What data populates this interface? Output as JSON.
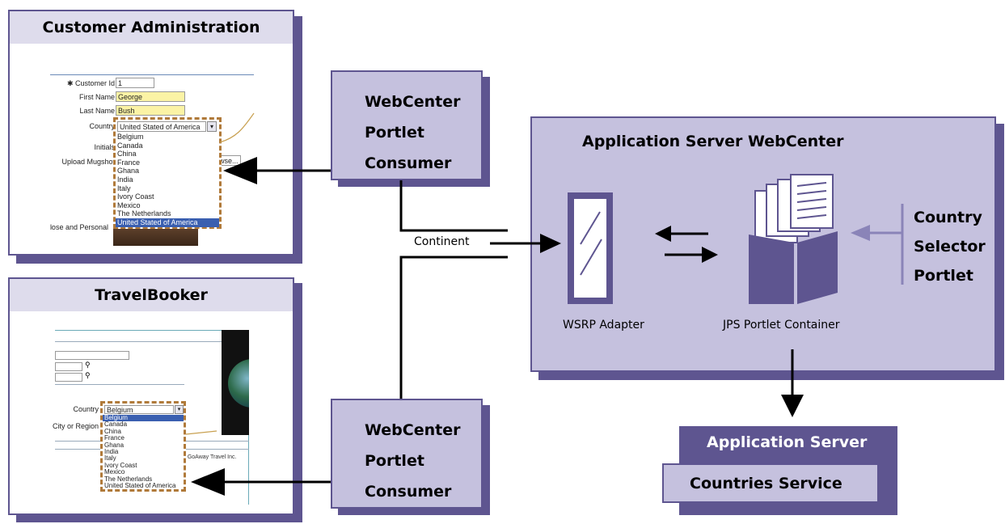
{
  "customer_admin": {
    "title": "Customer Administration",
    "labels": {
      "customer_id": "✱ Customer Id",
      "first_name": "First Name",
      "last_name": "Last Name",
      "country": "Country",
      "initials": "Initials",
      "upload_mugshot": "Upload Mugshot",
      "bottom_label": "lose and Personal"
    },
    "values": {
      "customer_id": "1",
      "first_name": "George",
      "last_name": "Bush",
      "country": "United Stated of America",
      "browse": "wse..."
    },
    "countries": [
      "Belgium",
      "Canada",
      "China",
      "France",
      "Ghana",
      "India",
      "Italy",
      "Ivory Coast",
      "Mexico",
      "The Netherlands",
      "United Stated of America"
    ]
  },
  "travel_booker": {
    "title": "TravelBooker",
    "labels": {
      "country": "Country",
      "city": "City or Region"
    },
    "values": {
      "country": "Belgium"
    },
    "footer": "7 GoAway Travel Inc.",
    "countries": [
      "Belgium",
      "Canada",
      "China",
      "France",
      "Ghana",
      "India",
      "Italy",
      "Ivory Coast",
      "Mexico",
      "The Netherlands",
      "United Stated of America"
    ]
  },
  "consumer_top": {
    "lines": [
      "WebCenter",
      "Portlet",
      "Consumer"
    ]
  },
  "consumer_bottom": {
    "lines": [
      "WebCenter",
      "Portlet",
      "Consumer"
    ]
  },
  "continent_label": "Continent",
  "webcenter": {
    "title": "Application Server WebCenter",
    "wsrp_label": "WSRP Adapter",
    "jps_label": "JPS Portlet Container",
    "selector_lines": [
      "Country",
      "Selector",
      "Portlet"
    ]
  },
  "app_server": {
    "title": "Application Server",
    "service": "Countries Service"
  },
  "colors": {
    "purple": "#5e5590",
    "lavender": "#c5c1de",
    "light": "#dedcec"
  }
}
